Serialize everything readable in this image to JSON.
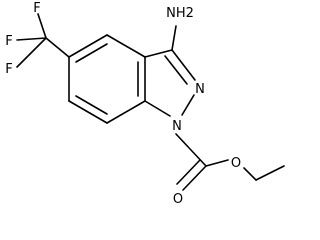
{
  "molecule": {
    "atoms": {
      "f1": "F",
      "f2": "F",
      "f3": "F",
      "amine": "NH2",
      "n2": "N",
      "n1": "N",
      "ester_o": "O",
      "carbonyl_o": "O"
    },
    "colors": {
      "ink": "#000000",
      "background": "#ffffff"
    }
  }
}
